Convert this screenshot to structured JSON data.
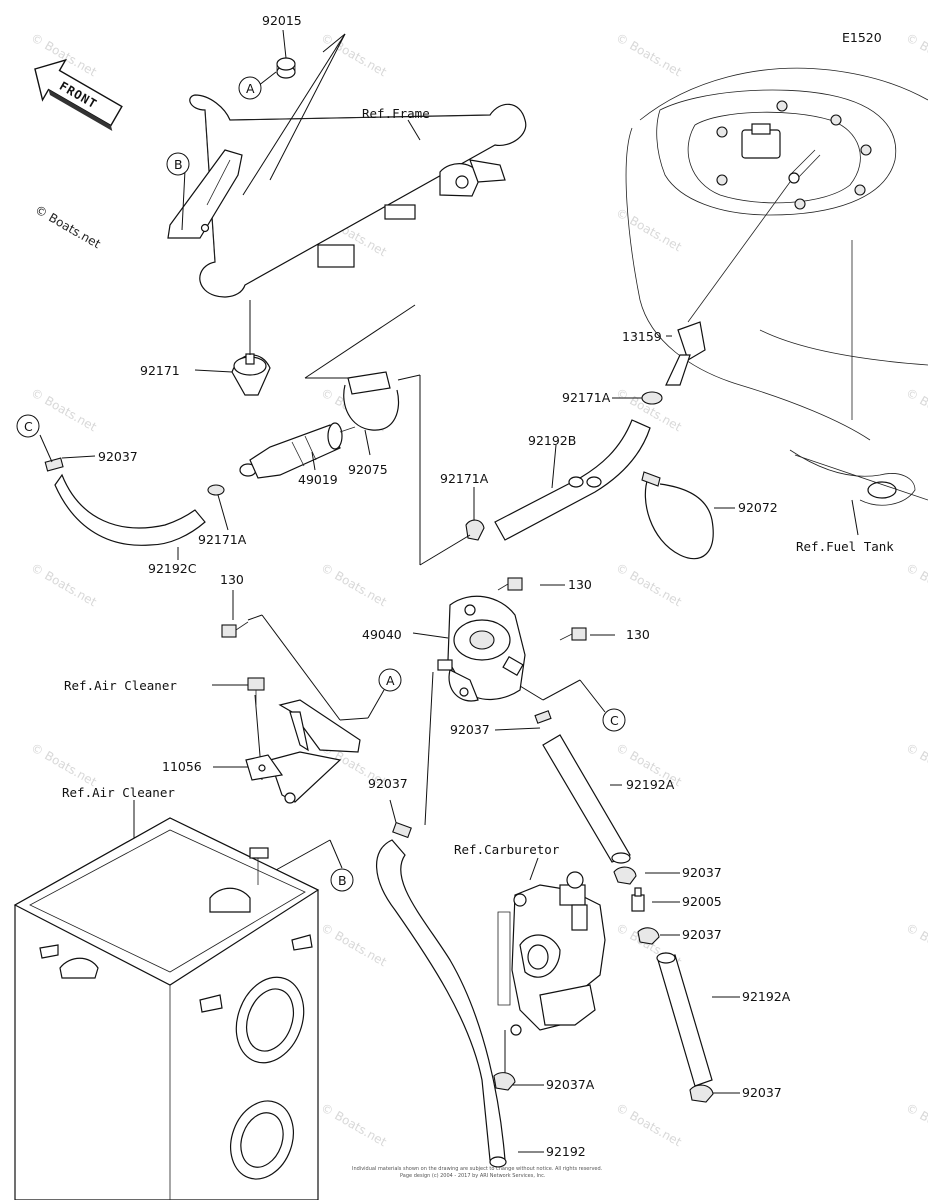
{
  "diagram_code": "E1520",
  "watermark": "© Boats.net",
  "front_label": "FRONT",
  "footer_line1": "Individual materials shown on the drawing are subject to change without notice. All rights reserved.",
  "footer_line2": "Page design (c) 2004 - 2017 by ARI Network Services, Inc.",
  "callouts": {
    "A": "A",
    "B": "B",
    "C": "C"
  },
  "refs": {
    "frame": "Ref.Frame",
    "fuel_tank": "Ref.Fuel Tank",
    "air_cleaner_bolt": "Ref.Air Cleaner",
    "air_cleaner": "Ref.Air Cleaner",
    "carburetor": "Ref.Carburetor"
  },
  "parts": {
    "p92015": "92015",
    "p92171": "92171",
    "p92037_c": "92037",
    "p92192C": "92192C",
    "p92171A_left": "92171A",
    "p49019": "49019",
    "p92075": "92075",
    "p13159": "13159",
    "p92171A_right": "92171A",
    "p92192B": "92192B",
    "p92171A_mid": "92171A",
    "p92072": "92072",
    "p130_left": "130",
    "p130_top": "130",
    "p130_right": "130",
    "p49040": "49040",
    "p11056": "11056",
    "p92037_pump": "92037",
    "p92037_hose": "92037",
    "p92192A_upper": "92192A",
    "p92037_upper": "92037",
    "p92005": "92005",
    "p92037_mid": "92037",
    "p92192A_lower": "92192A",
    "p92037A": "92037A",
    "p92037_lower": "92037",
    "p92192": "92192"
  }
}
